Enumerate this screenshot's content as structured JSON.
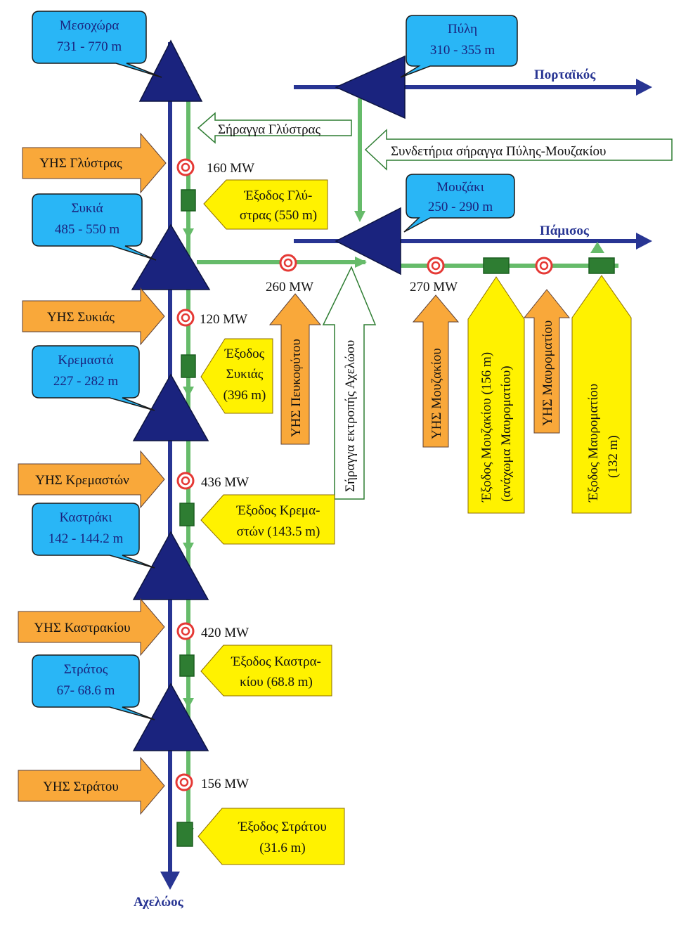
{
  "colors": {
    "river": "#283593",
    "flow": "#66bb6a",
    "dam": "#1a237e",
    "reservoir_bubble": "#29b6f6",
    "plant_arrow": "#f9a83a",
    "exit_arrow": "#fff200",
    "turbine": "#e53935",
    "exit_block": "#2e7d32"
  },
  "reservoirs": [
    {
      "name": "Μεσοχώρα",
      "elevation": "731 - 770 m"
    },
    {
      "name": "Πύλη",
      "elevation": "310 - 355 m"
    },
    {
      "name": "Μουζάκι",
      "elevation": "250 - 290 m"
    },
    {
      "name": "Συκιά",
      "elevation": "485 - 550 m"
    },
    {
      "name": "Κρεμαστά",
      "elevation": "227 - 282 m"
    },
    {
      "name": "Καστράκι",
      "elevation": "142 - 144.2 m"
    },
    {
      "name": "Στράτος",
      "elevation": "67- 68.6 m"
    }
  ],
  "rivers": {
    "main": "Αχελώος",
    "portaikos": "Πορταϊκός",
    "pamisos": "Πάμισος"
  },
  "tunnels": {
    "glystra": "Σήραγγα Γλύστρας",
    "pyli_mouzaki": "Συνδετήρια σήραγγα Πύλης-Μουζακίου",
    "diversion": "Σήραγγα εκτροπής Αχελώου"
  },
  "plants": {
    "glystra": "ΥΗΣ Γλύστρας",
    "sykia": "ΥΗΣ Συκιάς",
    "kremasta": "ΥΗΣ Κρεμαστών",
    "kastraki": "ΥΗΣ Καστρακίου",
    "stratos": "ΥΗΣ Στράτου",
    "pefkofyto": "ΥΗΣ Πευκοφύτου",
    "mouzaki": "ΥΗΣ Μουζακίου",
    "mavromati": "ΥΗΣ Μαυροματίου"
  },
  "power": {
    "glystra": "160 MW",
    "sykia": "120 MW",
    "kremasta": "436 MW",
    "kastraki": "420 MW",
    "stratos": "156 MW",
    "pefkofyto": "260 MW",
    "mouzaki": "270 MW"
  },
  "exits": {
    "glystra": [
      "Έξοδος Γλύ-",
      "στρας (550 m)"
    ],
    "sykia": [
      "Έξοδος",
      "Συκιάς",
      "(396 m)"
    ],
    "kremasta": [
      "Έξοδος Κρεμα-",
      "στών (143.5 m)"
    ],
    "kastraki": [
      "Έξοδος Καστρα-",
      "κίου (68.8 m)"
    ],
    "stratos": [
      "Έξοδος Στράτου",
      "(31.6 m)"
    ],
    "mouzaki": [
      "Έξοδος Μουζακίου (156 m)",
      "(ανάχωμα Μαυροματίου)"
    ],
    "mavromati": [
      "Έξοδος Μαυροματίου",
      "(132 m)"
    ]
  }
}
